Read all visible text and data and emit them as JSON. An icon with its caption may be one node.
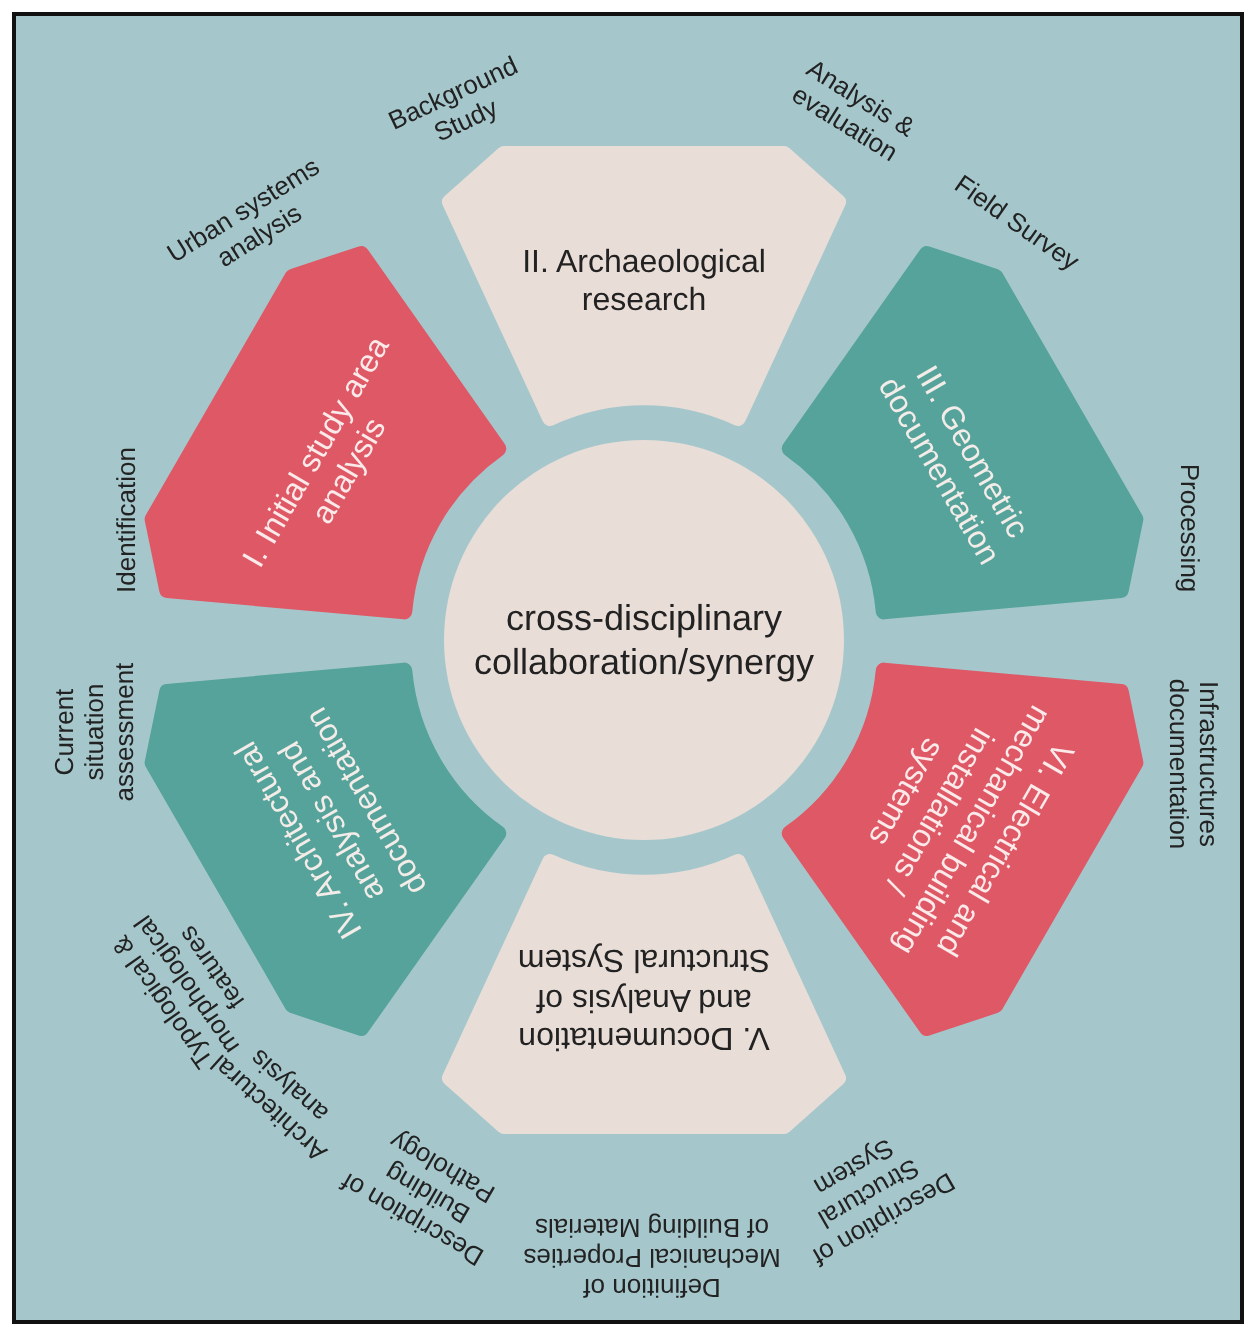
{
  "diagram": {
    "nodes": [
      {
        "text": [
          "I. Initial study area analysis"
        ]
      },
      {
        "text": [
          "II. Archaeological research"
        ]
      },
      {
        "text": [
          "III. Geometric documentation"
        ]
      },
      {
        "text": [
          "IV. Architectural analysis and documentation"
        ]
      },
      {
        "text": [
          "V. Documentation and Analysis of Structural System"
        ]
      },
      {
        "text": [
          "VI. Electrical and mechanical building installations / systems"
        ]
      },
      {
        "text": [
          "cross-disciplinary collaboration/synergy"
        ]
      }
    ],
    "edges": [],
    "labels": [
      "Urban systems analysis",
      "Background Study",
      "Analysis & evaluation",
      "Field Survey",
      "Processing",
      "Infrastructures documentation",
      "Description of Structural System",
      "Definition of Mechanical Properties of Building Materials",
      "Description of Building Pathology",
      "Architectural analysis",
      "Typological & morphological features",
      "Current situation assessment",
      "Identification"
    ]
  }
}
